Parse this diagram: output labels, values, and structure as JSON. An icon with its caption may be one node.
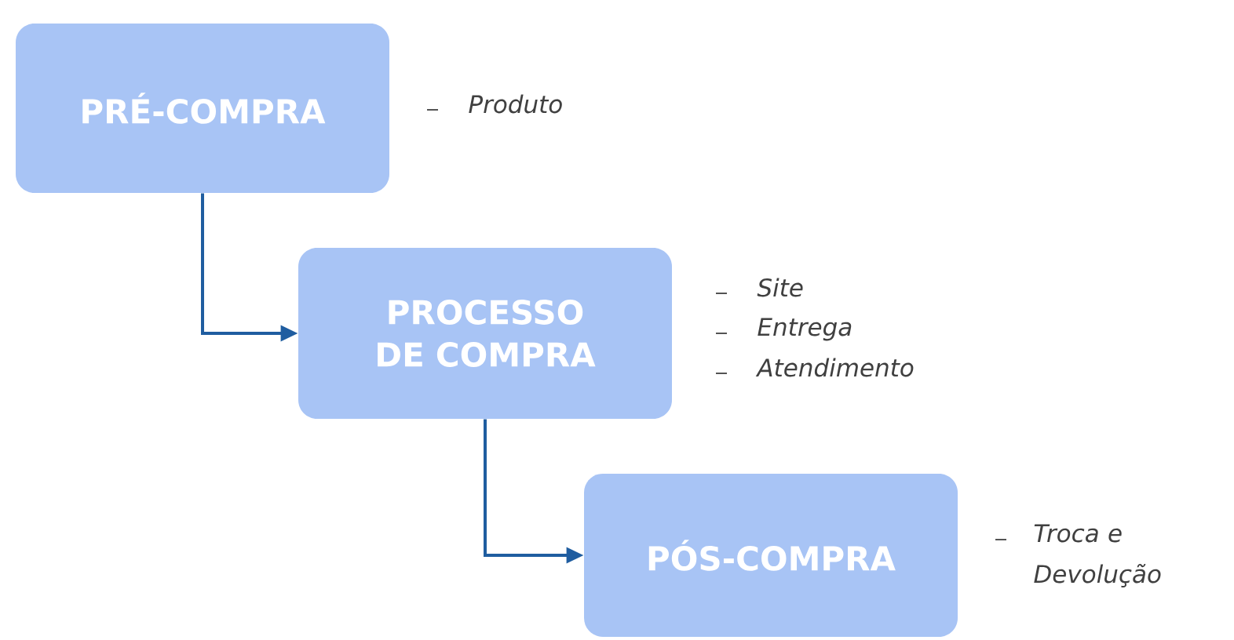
{
  "diagram": {
    "nodes": [
      {
        "text": [
          "PRÉ-COMPRA"
        ],
        "beside": [
          "Produto"
        ]
      },
      {
        "text": [
          "PROCESSO DE COMPRA"
        ],
        "beside": [
          "Site",
          "Entrega",
          "Atendimento"
        ]
      },
      {
        "text": [
          "PÓS-COMPRA"
        ],
        "beside": [
          "Troca e Devolução"
        ]
      }
    ],
    "edges": [
      {
        "from": 0,
        "to": 1,
        "arrow": "to"
      },
      {
        "from": 1,
        "to": 2,
        "arrow": "to"
      }
    ]
  }
}
